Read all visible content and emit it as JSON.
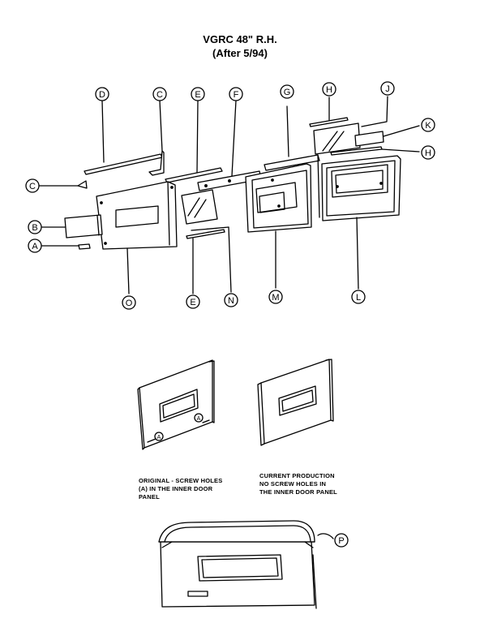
{
  "title": {
    "line1": "VGRC 48\" R.H.",
    "line2": "(After 5/94)"
  },
  "callouts": {
    "A": "A",
    "B": "B",
    "C": "C",
    "D": "D",
    "E": "E",
    "F": "F",
    "G": "G",
    "H": "H",
    "J": "J",
    "K": "K",
    "L": "L",
    "M": "M",
    "N": "N",
    "O": "O",
    "P": "P"
  },
  "notes": {
    "original": {
      "line1": "ORIGINAL - SCREW HOLES",
      "line2": "(A) IN THE INNER DOOR",
      "line3": "PANEL"
    },
    "current": {
      "line1": "CURRENT PRODUCTION",
      "line2": "NO SCREW HOLES IN",
      "line3": "THE INNER DOOR PANEL"
    }
  }
}
